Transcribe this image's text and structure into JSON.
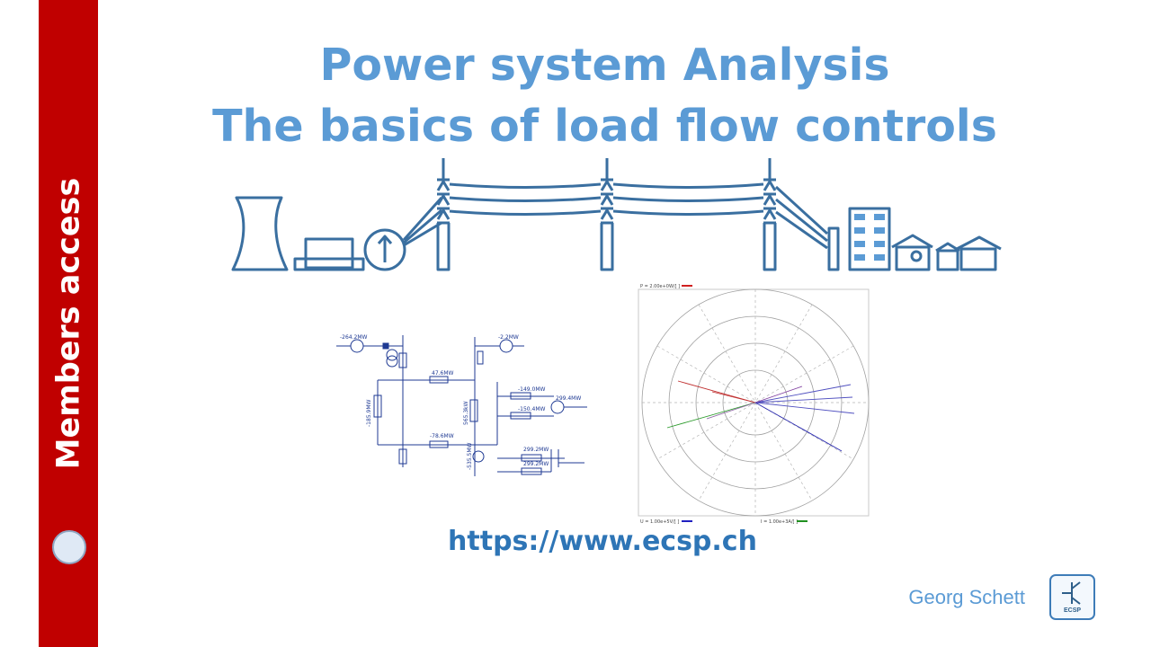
{
  "sidebar": {
    "label": "Members access",
    "accent": "#c00000"
  },
  "title": {
    "line1": "Power system Analysis",
    "line2": "The basics of load flow controls",
    "color": "#5b9bd5"
  },
  "circuit": {
    "labels": [
      "-264.2MW",
      "-2.2MW",
      "47.6MW",
      "-149.0MW",
      "299.4MW",
      "-185.9MW",
      "565.3kW",
      "-150.4MW",
      "-78.6MW",
      "299.2MW",
      "-535.5MW",
      "299.2MW"
    ]
  },
  "polar": {
    "legend_p": "P = 2.00e+0W/[ ]",
    "legend_u": "U = 1.00e+5V/[ ]",
    "legend_i": "I = 1.00e+3A/[ ]"
  },
  "url": "https://www.ecsp.ch",
  "author": "Georg Schett",
  "logo": {
    "label": "ECSP"
  },
  "icons": [
    "cooling-tower-icon",
    "generator-icon",
    "transformer-icon",
    "pylon-icon",
    "building-icon",
    "house-icon"
  ]
}
